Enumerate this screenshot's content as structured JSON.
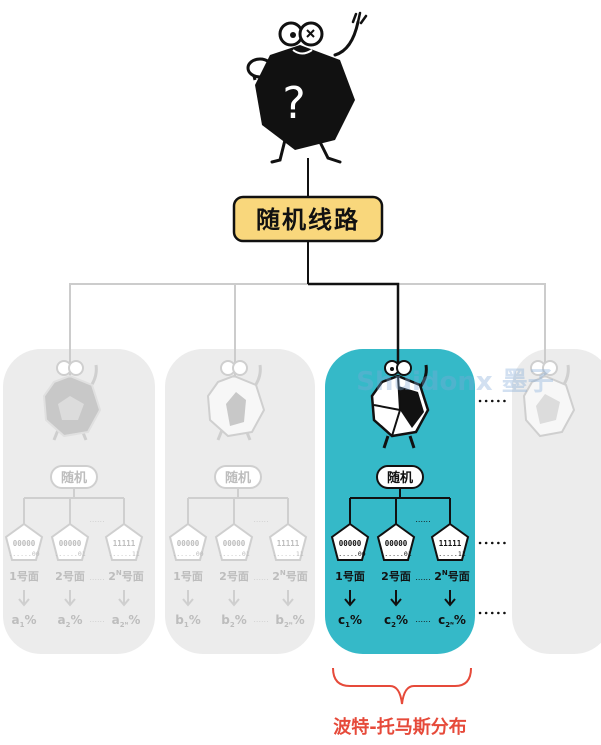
{
  "top": {
    "question_mark": "?",
    "circuit_label": "随机线路"
  },
  "columns": [
    {
      "state": "faded",
      "random_label": "随机",
      "outcomes": [
        {
          "top": "00000",
          "bottom": "......00",
          "face_prefix": "1",
          "face_sup": "",
          "face_suffix": "号面",
          "prob_letter": "a",
          "prob_sub": "1",
          "prob_unit": "%"
        },
        {
          "top": "00000",
          "bottom": "......01",
          "face_prefix": "2",
          "face_sup": "",
          "face_suffix": "号面",
          "prob_letter": "a",
          "prob_sub": "2",
          "prob_unit": "%"
        },
        {
          "top": "11111",
          "bottom": "......11",
          "face_prefix": "2",
          "face_sup": "N",
          "face_suffix": "号面",
          "prob_letter": "a",
          "prob_sub": "2ᴺ",
          "prob_unit": "%"
        }
      ],
      "dots_small": "......",
      "dots_face": "......",
      "dots_prob": "......"
    },
    {
      "state": "faded",
      "random_label": "随机",
      "outcomes": [
        {
          "top": "00000",
          "bottom": "......00",
          "face_prefix": "1",
          "face_sup": "",
          "face_suffix": "号面",
          "prob_letter": "b",
          "prob_sub": "1",
          "prob_unit": "%"
        },
        {
          "top": "00000",
          "bottom": "......01",
          "face_prefix": "2",
          "face_sup": "",
          "face_suffix": "号面",
          "prob_letter": "b",
          "prob_sub": "2",
          "prob_unit": "%"
        },
        {
          "top": "11111",
          "bottom": "......11",
          "face_prefix": "2",
          "face_sup": "N",
          "face_suffix": "号面",
          "prob_letter": "b",
          "prob_sub": "2ᴺ",
          "prob_unit": "%"
        }
      ],
      "dots_small": "......",
      "dots_face": "......",
      "dots_prob": "......"
    },
    {
      "state": "active",
      "random_label": "随机",
      "outcomes": [
        {
          "top": "00000",
          "bottom": "......00",
          "face_prefix": "1",
          "face_sup": "",
          "face_suffix": "号面",
          "prob_letter": "c",
          "prob_sub": "1",
          "prob_unit": "%"
        },
        {
          "top": "00000",
          "bottom": "......01",
          "face_prefix": "2",
          "face_sup": "",
          "face_suffix": "号面",
          "prob_letter": "c",
          "prob_sub": "2",
          "prob_unit": "%"
        },
        {
          "top": "11111",
          "bottom": "......11",
          "face_prefix": "2",
          "face_sup": "N",
          "face_suffix": "号面",
          "prob_letter": "c",
          "prob_sub": "2ᴺ",
          "prob_unit": "%"
        }
      ],
      "dots_small": "......",
      "dots_face": "......",
      "dots_prob": "......"
    }
  ],
  "watermark": "Shuidonx 墨子",
  "bottom_label": "波特-托马斯分布",
  "colors": {
    "active_bg": "#35b9c8",
    "faded_bg": "#ececec",
    "circuit_box": "#f9d77c",
    "accent_red": "#e64a3a",
    "faded_line": "#cccccc"
  }
}
